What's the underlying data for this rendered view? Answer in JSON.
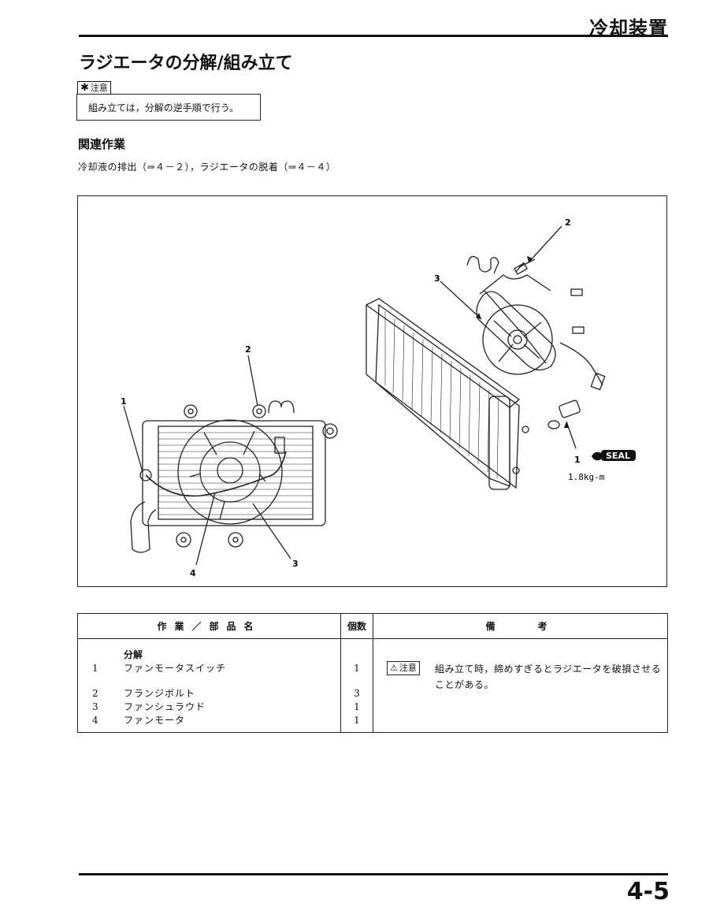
{
  "header": {
    "section": "冷却装置",
    "page_title": "ラジエータの分解/組み立て"
  },
  "caution": {
    "label": "注意",
    "text": "組み立ては，分解の逆手順で行う。"
  },
  "related": {
    "heading": "関連作業",
    "text": "冷却液の排出（⇒４－２），ラジエータの脱着（⇒４－４）"
  },
  "figure": {
    "callouts_front": [
      "1",
      "2",
      "3",
      "4"
    ],
    "callouts_exploded": [
      "1",
      "2",
      "3"
    ],
    "seal_label": "SEAL",
    "torque": "1.8kg-m"
  },
  "table": {
    "headers": {
      "parts": "作業／部品名",
      "qty": "個数",
      "notes": "備　　考"
    },
    "group_label": "分解",
    "rows": [
      {
        "num": "1",
        "name": "ファンモータスイッチ",
        "qty": "1"
      },
      {
        "num": "2",
        "name": "フランジボルト",
        "qty": "3"
      },
      {
        "num": "3",
        "name": "ファンシュラウド",
        "qty": "1"
      },
      {
        "num": "4",
        "name": "ファンモータ",
        "qty": "1"
      }
    ],
    "note_label": "注意",
    "note_text": "組み立て時，締めすぎるとラジエータを破損させることがある。"
  },
  "footer": {
    "page_number": "4-5"
  }
}
